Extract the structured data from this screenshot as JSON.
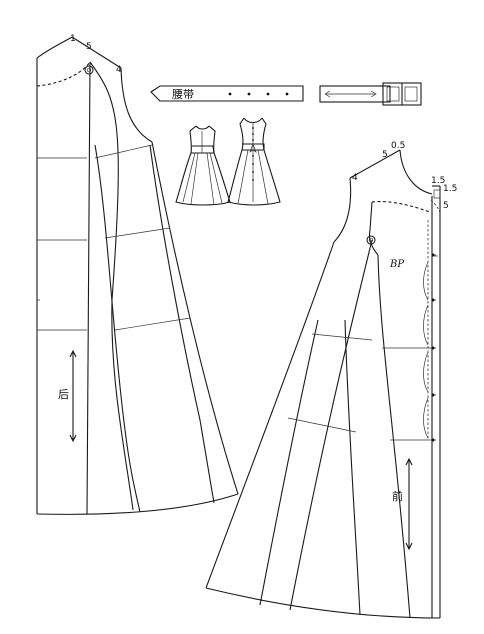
{
  "labels": {
    "back_piece": "后",
    "front_piece": "前",
    "belt": "腰带",
    "bust_point": "BP"
  },
  "measurements": {
    "back_neck_1": "1",
    "back_neck_5": "5",
    "back_shoulder_4": "4",
    "front_neck_05": "0.5",
    "front_neck_5": "5",
    "front_shoulder_4": "4",
    "placket_15a": "1.5",
    "placket_15b": "1.5",
    "placket_5": "5"
  }
}
